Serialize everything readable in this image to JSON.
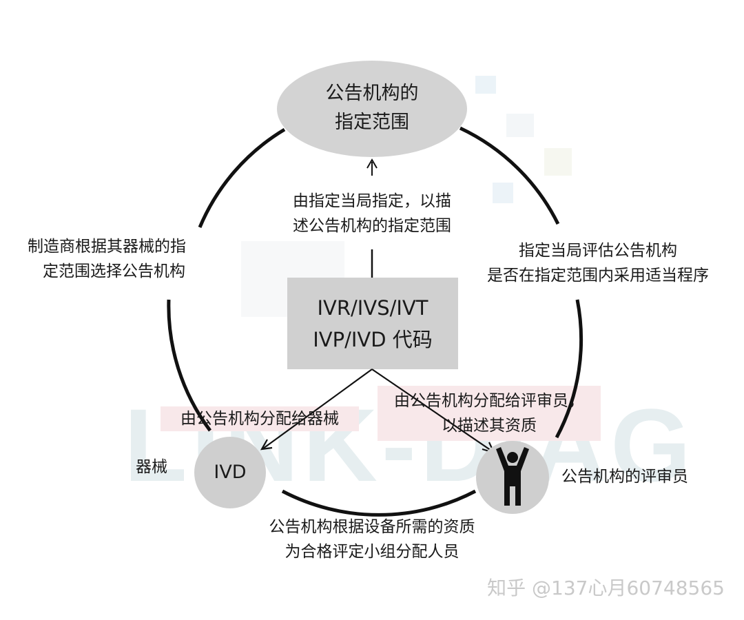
{
  "center_box": {
    "line1": "IVR/IVS/IVT",
    "line2": "IVP/IVD 代码"
  },
  "top_node": {
    "line1": "公告机构的",
    "line2": "指定范围"
  },
  "ivd_node": {
    "label": "IVD",
    "side_label": "器械"
  },
  "reviewer_node": {
    "side_label": "公告机构的评审员",
    "icon": "person-arms-raised-icon"
  },
  "edge_labels": {
    "center_to_top": [
      "由指定当局指定，以描",
      "述公告机构的指定范围"
    ],
    "left_arc": [
      "制造商根据其器械的指",
      "定范围选择公告机构"
    ],
    "right_arc": [
      "指定当局评估公告机构",
      "是否在指定范围内采用适当程序"
    ],
    "center_to_ivd": "由公告机构分配给器械",
    "center_to_reviewer": [
      "由公告机构分配给评审员，",
      "以描述其资质"
    ],
    "bottom_arc": [
      "公告机构根据设备所需的资质",
      "为合格评定小组分配人员"
    ]
  },
  "watermarks": {
    "background_text": "LINK-DIAG",
    "footer": "知乎 @137心月60748565"
  },
  "colors": {
    "node_fill": "#d3d3d3",
    "box_fill": "#d0d0d0",
    "line": "#111111",
    "label_highlight": "#f8e8ea"
  }
}
